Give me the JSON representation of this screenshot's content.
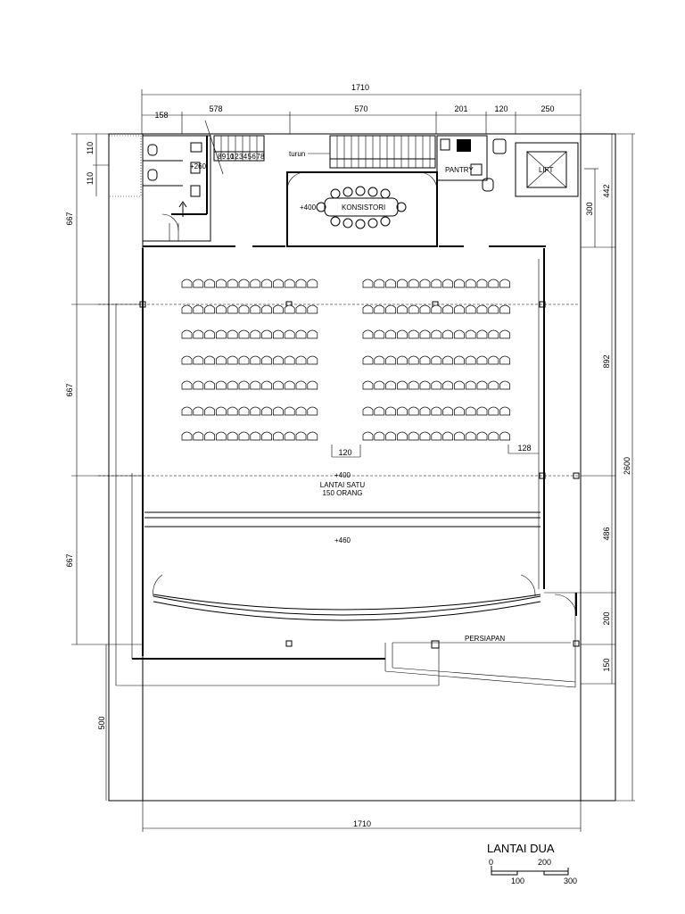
{
  "dims": {
    "top_total": "1710",
    "top_158": "158",
    "top_578": "578",
    "top_570": "570",
    "top_201": "201",
    "top_120": "120",
    "top_250": "250",
    "left_110a": "110",
    "left_110b": "110",
    "left_667a": "667",
    "left_667b": "667",
    "left_667c": "667",
    "left_500": "500",
    "right_442": "442",
    "right_300": "300",
    "right_892": "892",
    "right_2600": "2600",
    "right_486": "486",
    "right_200": "200",
    "right_150": "150",
    "bottom_total": "1710",
    "aisle_120": "120",
    "aisle_128": "128"
  },
  "labels": {
    "plus260": "+260",
    "plus400_room": "+400",
    "konsistori": "KONSISTORI",
    "turun": "turun",
    "pantry": "PANTRY",
    "lift": "LIFT",
    "plus400_hall": "+400",
    "lantai_satu": "LANTAI  SATU",
    "orang": "150 ORANG",
    "plus460": "+460",
    "persiapan": "PERSIAPAN",
    "stair_numbers": [
      "8",
      "9",
      "10",
      "1",
      "2",
      "3",
      "4",
      "5",
      "6",
      "7",
      "8"
    ]
  },
  "title": "LANTAI DUA",
  "scale": {
    "tick_0": "0",
    "tick_100": "100",
    "tick_200": "200",
    "tick_300": "300"
  }
}
